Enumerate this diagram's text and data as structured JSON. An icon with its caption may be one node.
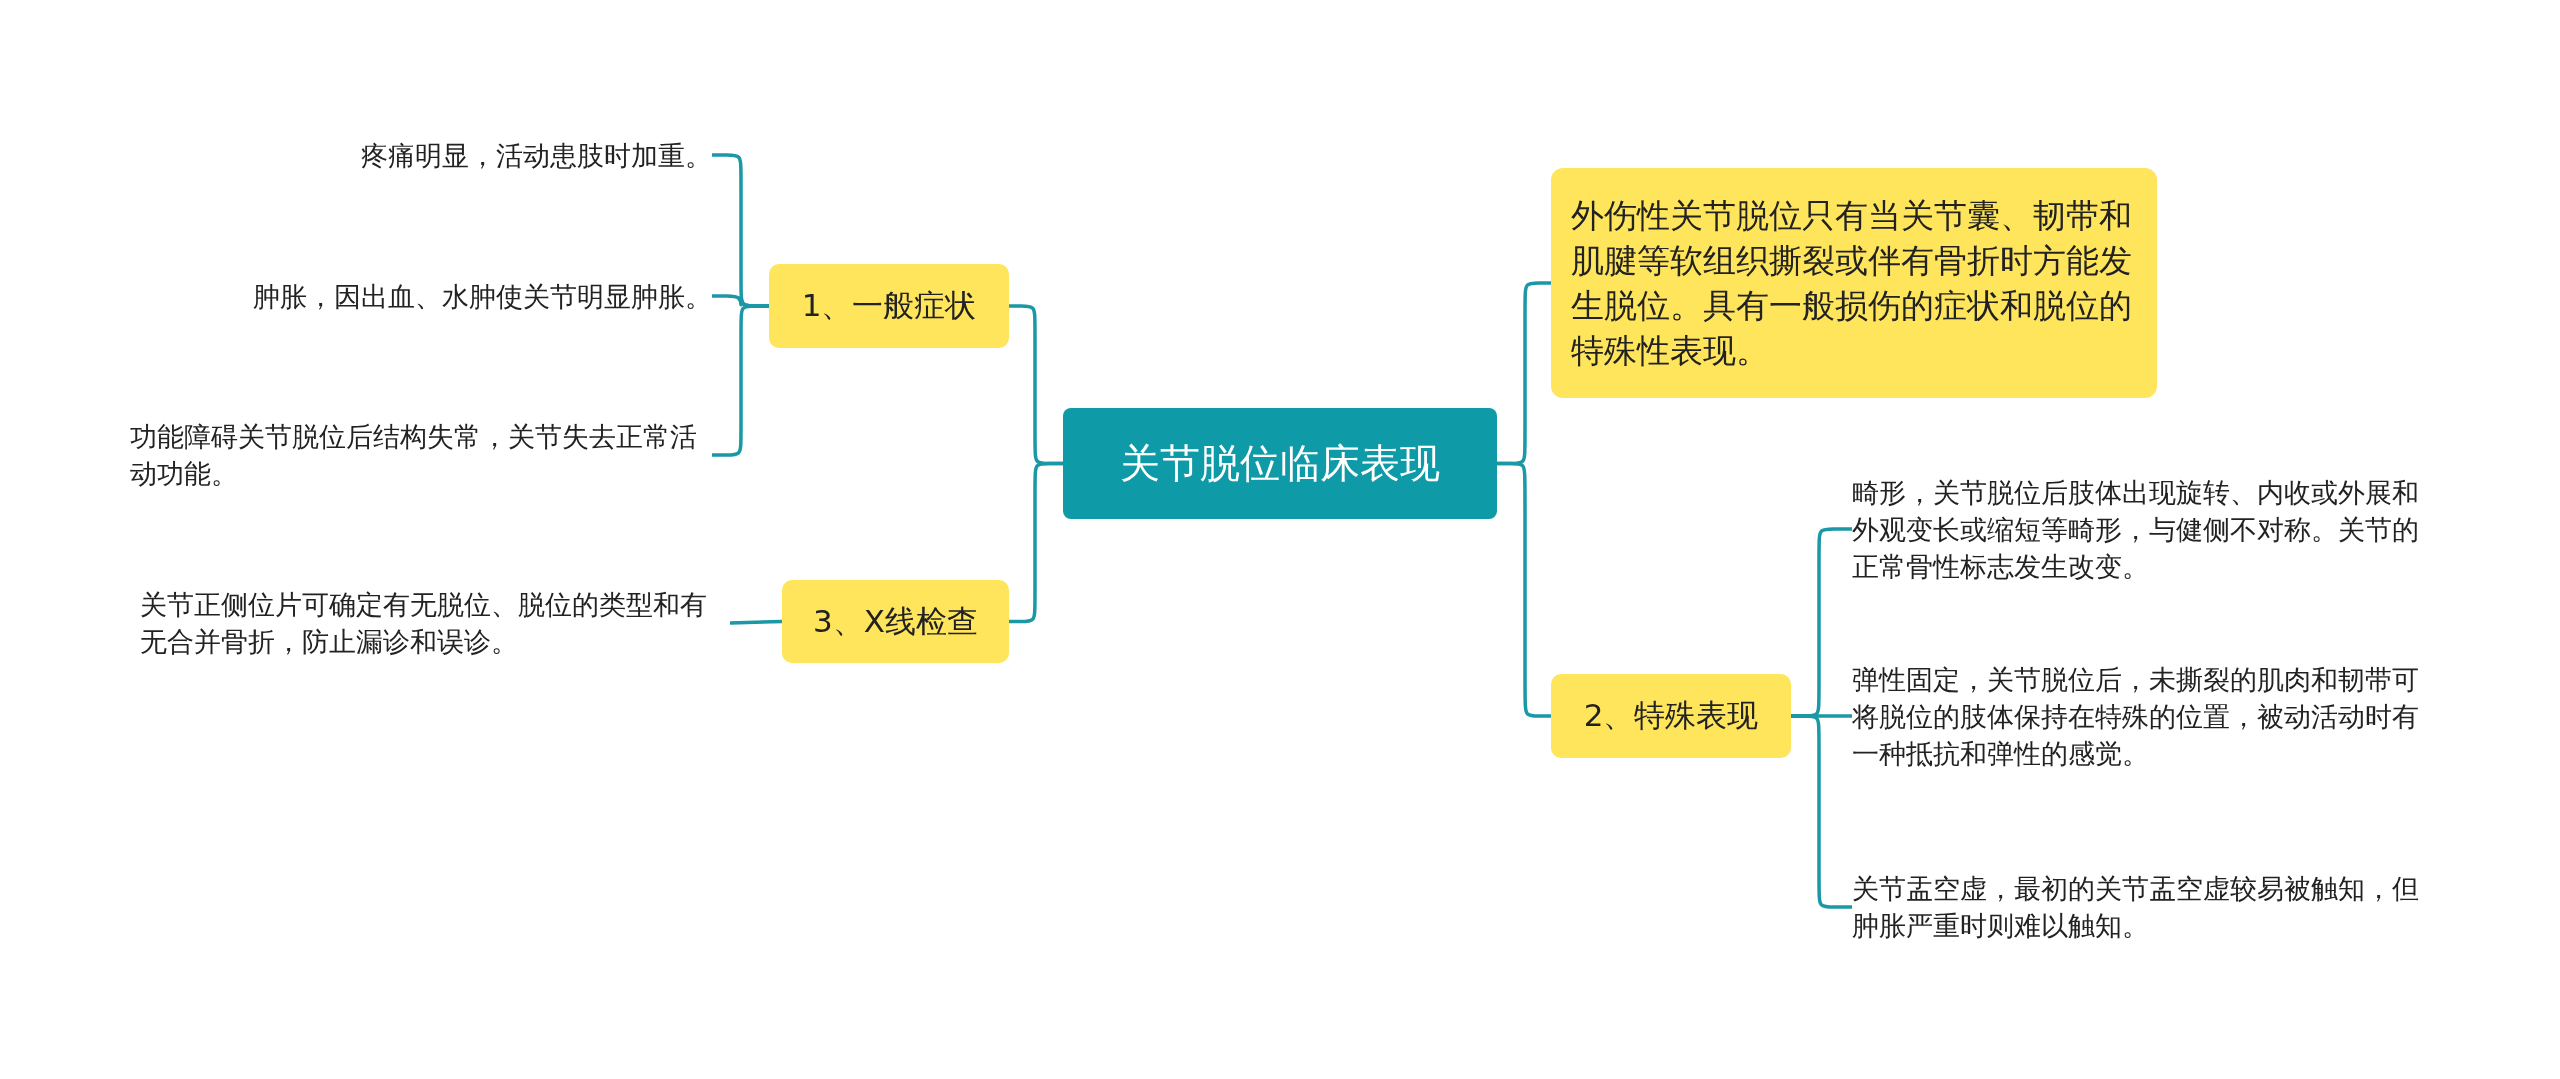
{
  "diagram": {
    "nodes": [
      {
        "text": [
          "关节脱位临床表现"
        ]
      },
      {
        "text": [
          "1、一般症状"
        ]
      },
      {
        "text": [
          "疼痛明显，活动患肢时加重。"
        ]
      },
      {
        "text": [
          "肿胀，因出血、水肿使关节明显肿胀。"
        ]
      },
      {
        "text": [
          "功能障碍关节脱位后结构失常，关节失去正常活动功能。"
        ]
      },
      {
        "text": [
          "3、X线检查"
        ]
      },
      {
        "text": [
          "关节正侧位片可确定有无脱位、脱位的类型和有无合并骨折，防止漏诊和误诊。"
        ]
      },
      {
        "text": [
          "外伤性关节脱位只有当关节囊、韧带和肌腱等软组织撕裂或伴有骨折时方能发生脱位。具有一般损伤的症状和脱位的特殊性表现。"
        ]
      },
      {
        "text": [
          "2、特殊表现"
        ]
      },
      {
        "text": [
          "畸形，关节脱位后肢体出现旋转、内收或外展和外观变长或缩短等畸形，与健侧不对称。关节的正常骨性标志发生改变。"
        ]
      },
      {
        "text": [
          "弹性固定，关节脱位后，未撕裂的肌肉和韧带可将脱位的肢体保持在特殊的位置，被动活动时有一种抵抗和弹性的感觉。"
        ]
      },
      {
        "text": [
          "关节盂空虚，最初的关节盂空虚较易被触知，但肿胀严重时则难以触知。"
        ]
      }
    ],
    "edges": [
      {
        "from": 0,
        "to": 1,
        "arrow": "none"
      },
      {
        "from": 1,
        "to": 2,
        "arrow": "none"
      },
      {
        "from": 1,
        "to": 3,
        "arrow": "none"
      },
      {
        "from": 1,
        "to": 4,
        "arrow": "none"
      },
      {
        "from": 0,
        "to": 5,
        "arrow": "none"
      },
      {
        "from": 5,
        "to": 6,
        "arrow": "none"
      },
      {
        "from": 0,
        "to": 7,
        "arrow": "none"
      },
      {
        "from": 0,
        "to": 8,
        "arrow": "none"
      },
      {
        "from": 8,
        "to": 9,
        "arrow": "none"
      },
      {
        "from": 8,
        "to": 10,
        "arrow": "none"
      },
      {
        "from": 8,
        "to": 11,
        "arrow": "none"
      }
    ]
  }
}
